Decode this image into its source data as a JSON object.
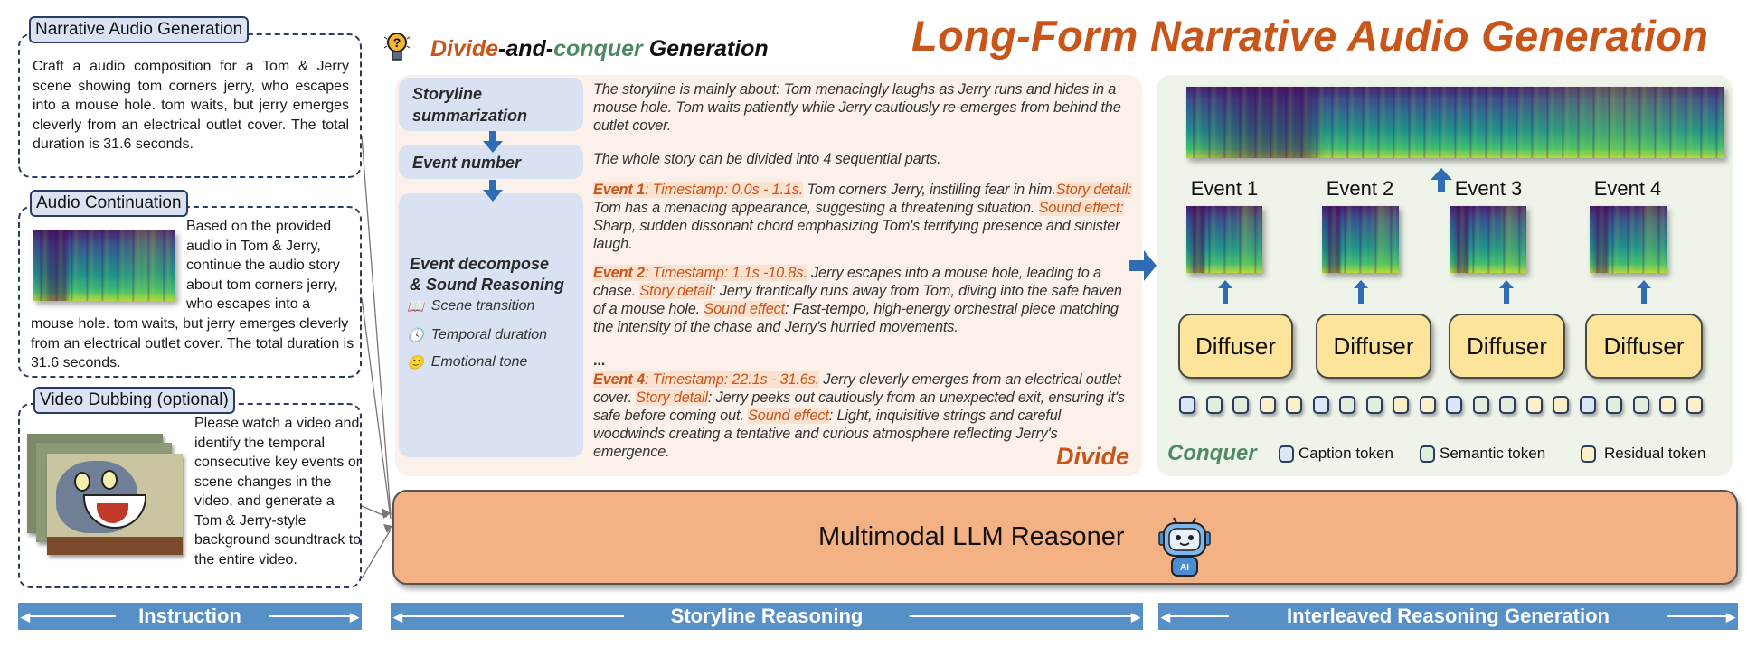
{
  "title": "Long-Form Narrative Audio Generation",
  "subtitle": {
    "divide": "Divide",
    "and": "-and-",
    "conquer": "conquer",
    "generation": " Generation"
  },
  "instructions": [
    {
      "tag": "Narrative Audio Generation",
      "text": "Craft a audio composition for a Tom & Jerry scene showing tom corners jerry, who escapes into a mouse hole. tom waits, but jerry emerges cleverly from an electrical outlet cover. The total duration is 31.6 seconds."
    },
    {
      "tag": "Audio Continuation",
      "text_side": "Based on the provided audio in Tom & Jerry, continue the audio story about tom corners jerry, who escapes into a",
      "text_bottom": "mouse hole. tom waits, but jerry emerges cleverly from an electrical outlet cover. The total duration is 31.6 seconds."
    },
    {
      "tag": "Video Dubbing (optional)",
      "text": "Please watch a video and identify the temporal consecutive key events or scene changes in the video, and generate a Tom & Jerry-style background soundtrack to the entire video."
    }
  ],
  "steps": {
    "summarization": "Storyline summarization",
    "event_number": "Event number",
    "decompose_1": "Event decompose",
    "decompose_2": "& Sound Reasoning",
    "sub": [
      "Scene transition",
      "Temporal duration",
      "Emotional tone"
    ]
  },
  "storyline": "The storyline is mainly about: Tom menacingly laughs as Jerry runs and hides in a mouse hole. Tom waits patiently while Jerry cautiously re-emerges from behind the outlet cover.",
  "event_count_text": "The whole story can be divided into 4 sequential parts.",
  "events": [
    {
      "label": "Event 1",
      "timestamp": ": Timestamp: 0.0s - 1.1s.",
      "summary": " Tom corners Jerry, instilling fear in him.",
      "story_label": "Story detail:",
      "story": " Tom has a menacing appearance, suggesting a threatening situation. ",
      "sound_label": "Sound effect:",
      "sound": " Sharp, sudden dissonant chord emphasizing Tom's terrifying presence and sinister laugh."
    },
    {
      "label": "Event 2",
      "timestamp": ": Timestamp: 1.1s -10.8s.",
      "summary": " Jerry escapes into a mouse hole, leading to a chase. ",
      "story_label": "Story detail",
      "story": ": Jerry frantically runs away from Tom, diving into the safe haven of a mouse hole. ",
      "sound_label": "Sound effect",
      "sound": ": Fast-tempo, high-energy orchestral piece matching the intensity of the chase and Jerry's hurried movements."
    },
    {
      "label": "Event 4",
      "timestamp": ": Timestamp: 22.1s - 31.6s.",
      "summary": " Jerry cleverly emerges from an electrical outlet cover. ",
      "story_label": "Story detail",
      "story": ": Jerry peeks out cautiously from an unexpected exit, ensuring it's safe before coming out. ",
      "sound_label": "Sound effect",
      "sound": ": Light, inquisitive strings and careful woodwinds creating a tentative and curious atmosphere reflecting Jerry's emergence."
    }
  ],
  "ellipsis": "...",
  "divide_label": "Divide",
  "conquer_label": "Conquer",
  "event_labels": [
    "Event 1",
    "Event 2",
    "Event 3",
    "Event 4"
  ],
  "diffuser_label": "Diffuser",
  "tokens": [
    "caption",
    "semantic",
    "semantic",
    "residual",
    "residual",
    "caption",
    "semantic",
    "semantic",
    "residual",
    "residual",
    "caption",
    "semantic",
    "semantic",
    "residual",
    "residual",
    "caption",
    "semantic",
    "semantic",
    "residual",
    "residual"
  ],
  "legend": {
    "caption": "Caption token",
    "semantic": "Semantic token",
    "residual": "Residual token"
  },
  "llm_label": "Multimodal LLM Reasoner",
  "robot_badge": "AI",
  "sections": [
    "Instruction",
    "Storyline Reasoning",
    "Interleaved Reasoning Generation"
  ],
  "colors": {
    "orange": "#c8561a",
    "green": "#4e8a63",
    "caption": "#dce7f6",
    "semantic": "#e0eedb",
    "residual": "#fdf0c8",
    "section": "#5690c6",
    "llm": "#f4b183"
  }
}
